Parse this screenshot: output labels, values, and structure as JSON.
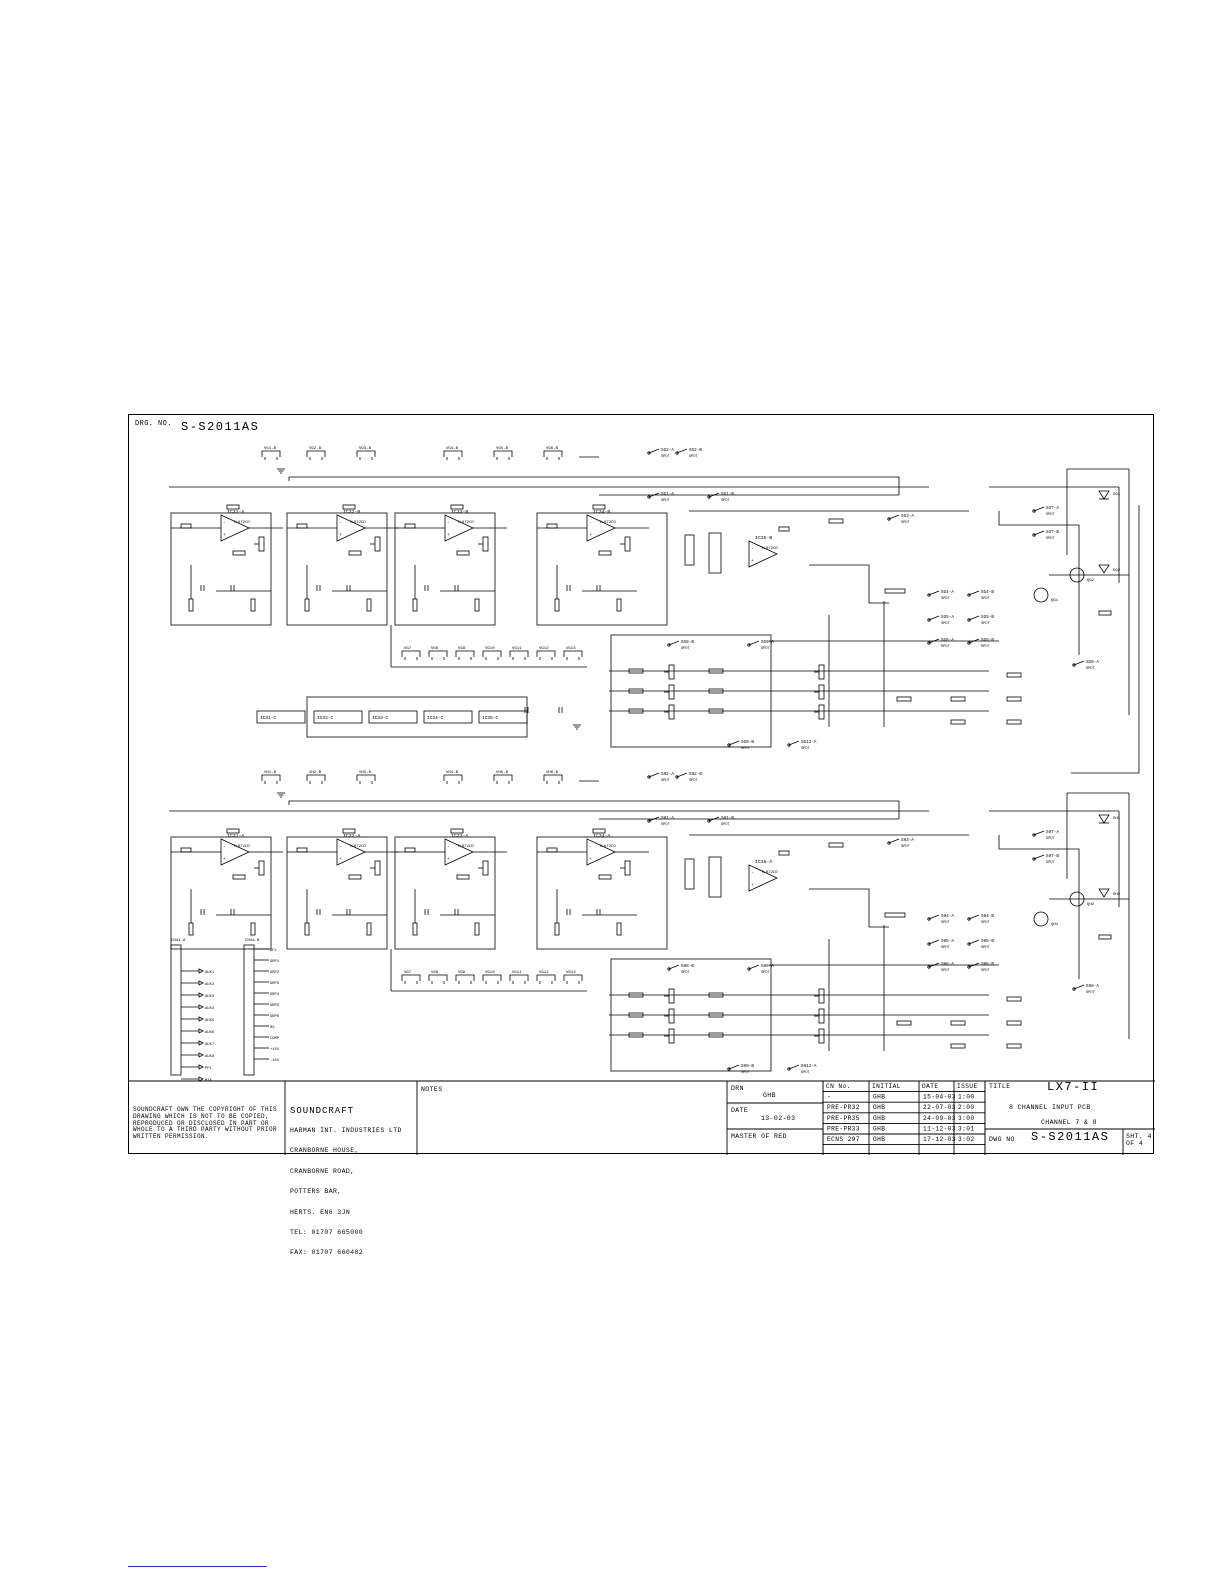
{
  "drawing": {
    "drg_no_label": "DRG. NO.",
    "drg_no": "S-S2011AS"
  },
  "blocks": {
    "ch7_opamps": [
      "IC31-A",
      "IC32-B",
      "IC33-B",
      "IC34-B"
    ],
    "ch8_opamps": [
      "IC31-A",
      "IC32-A",
      "IC33-A",
      "IC34-A"
    ],
    "opamp_type": "TL072CD",
    "ch7_switches": [
      "SG2-A",
      "SG2-B",
      "SG1-A",
      "SG1-B",
      "SG3-A",
      "SG4-A",
      "SG4-B",
      "SG5-A",
      "SG5-B",
      "SG6-A",
      "SG6-B",
      "SG7-A",
      "SG7-B",
      "SG8-A",
      "SG8-B",
      "SG9-A",
      "SG9-B",
      "SG12-A"
    ],
    "ch8_switches": [
      "SH2-A",
      "SH2-B",
      "SH1-A",
      "SH1-B",
      "SH3-A",
      "SH4-A",
      "SH4-B",
      "SH5-A",
      "SH5-B",
      "SH6-A",
      "SH6-B",
      "SH7-A",
      "SH7-B",
      "SH8-A",
      "SH8-B",
      "SH9-A",
      "SH9-B",
      "SH12-A"
    ],
    "transistors": [
      "QG1",
      "QG2",
      "QH1",
      "QH2"
    ],
    "leds": [
      "DG1",
      "DG2",
      "DH1",
      "DH2"
    ],
    "power_ics": [
      "IC31-C",
      "IC32-C",
      "IC33-C",
      "IC34-C",
      "IC35-C"
    ],
    "connector_left": [
      "CN44-A",
      "CN44-B"
    ],
    "connector_left_pins": [
      "AUX1",
      "AUX2",
      "AUX3",
      "AUX4",
      "AUX5",
      "AUX6",
      "AUX7",
      "AUX8",
      "PFL",
      "MIX",
      "AFL",
      "GRP1",
      "GRP2",
      "GRP3",
      "GRP4",
      "GRP5",
      "GRP6",
      "0V",
      "CDMP",
      "+15V",
      "-15V"
    ]
  },
  "title_block": {
    "copyright": "SOUNDCRAFT OWN THE COPYRIGHT OF THIS DRAWING WHICH IS NOT TO BE COPIED, REPRODUCED OR DISCLOSED IN PART OR WHOLE TO A THIRD PARTY WITHOUT PRIOR WRITTEN PERMISSION.",
    "company": "SOUNDCRAFT",
    "address": [
      "HARMAN INT. INDUSTRIES LTD",
      "CRANBORNE HOUSE,",
      "CRANBORNE ROAD,",
      "POTTERS BAR,",
      "HERTS. EN6 3JN",
      "TEL: 01707 665000",
      "FAX: 01707 660482"
    ],
    "notes_label": "NOTES",
    "drn_label": "DRN",
    "drn": "GHB",
    "date_label": "DATE",
    "date": "13-02-03",
    "master_label": "MASTER OF RED",
    "rev_headers": [
      "CN No.",
      "INITIAL",
      "DATE",
      "ISSUE"
    ],
    "revisions": [
      [
        "-",
        "GHB",
        "15-04-03",
        "1:00"
      ],
      [
        "PRE-PR32",
        "GHB",
        "22-07-03",
        "2:00"
      ],
      [
        "PRE-PR35",
        "GHB",
        "24-09-03",
        "3:00"
      ],
      [
        "PRE-PR33",
        "GHB",
        "11-12-03",
        "3:01"
      ],
      [
        "ECNS 297",
        "GHB",
        "17-12-03",
        "3:02"
      ]
    ],
    "title_label": "TITLE",
    "title": "LX7-II",
    "subtitle_1": "8 CHANNEL INPUT PCB",
    "subtitle_2": "CHANNEL 7 & 8",
    "dwg_no_label": "DWG NO",
    "dwg_no": "S-S2011AS",
    "sheet": [
      "SHT. 4",
      "OF 4"
    ]
  }
}
